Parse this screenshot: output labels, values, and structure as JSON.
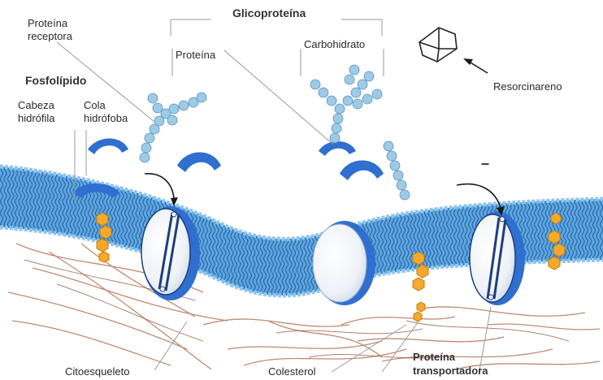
{
  "labels": {
    "glicoproteina": "Glicoproteína",
    "proteina_receptora_1": "Proteína",
    "proteina_receptora_2": "receptora",
    "fosfolipido": "Fosfolípido",
    "cabeza_1": "Cabeza",
    "cabeza_2": "hidrófila",
    "cola_1": "Cola",
    "cola_2": "hidrófoba",
    "proteina": "Proteína",
    "carbohidrato": "Carbohidrato",
    "resorcinareno": "Resorcinareno",
    "citoesqueleto": "Citoesqueleto",
    "colesterol": "Colesterol",
    "proteina_transportadora_1": "Proteína",
    "proteina_transportadora_2": "transportadora",
    "minus_sign": "–"
  },
  "icons": {
    "resorcinarene": "resorcinarene-icon",
    "membrane": "lipid-bilayer",
    "cholesterol": "cholesterol-hexagons",
    "carbohydrate": "sugar-chain",
    "cytoskeleton": "fiber-network"
  },
  "colors": {
    "membrane_blue": "#5aa6e3",
    "membrane_light": "#8ec6ef",
    "protein_blue": "#2f6fd0",
    "cholesterol_orange": "#f4a92a",
    "cytoskeleton_brown": "#b07050",
    "sugar_blue": "#9ccbe8"
  }
}
